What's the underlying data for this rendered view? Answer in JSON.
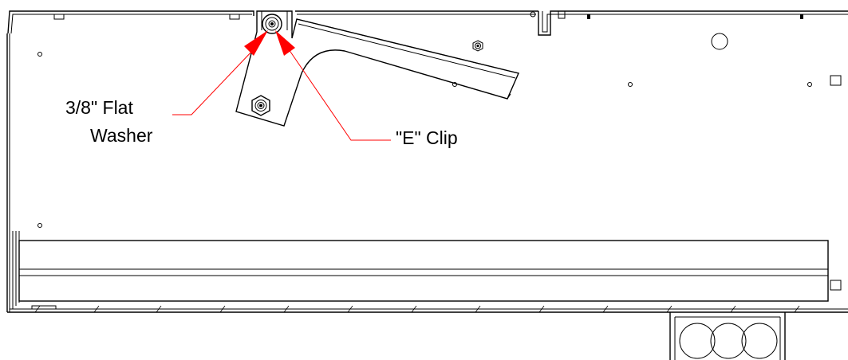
{
  "callouts": {
    "flat_washer": {
      "line1": "3/8\" Flat",
      "line2": "Washer"
    },
    "e_clip": {
      "label": "\"E\" Clip"
    }
  },
  "colors": {
    "leader": "#ff0000",
    "linework": "#000000",
    "background": "#ffffff"
  }
}
